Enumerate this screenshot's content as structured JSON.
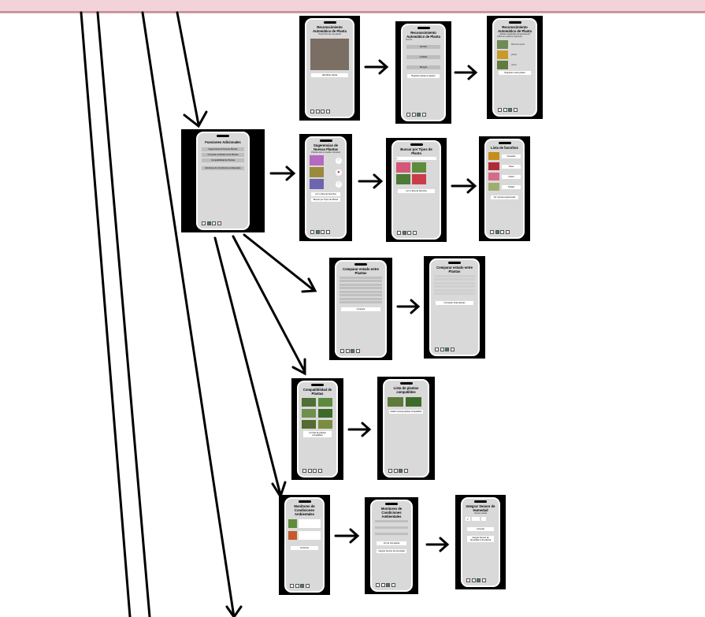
{
  "screens": {
    "ra1": {
      "title": "Reconocimiento Automático de Planta",
      "sub": "Tomar foto de una planta",
      "btn": "Identificar planta"
    },
    "ra2": {
      "title": "Reconocimiento Automático de Planta",
      "lbl": "Nombre:",
      "opts": [
        "Nombre",
        "Cuidado",
        "Riesgos"
      ],
      "btn": "Registrar planta al registro"
    },
    "ra3": {
      "title": "Reconocimiento Automático de Planta",
      "sub": "¿Planta registrada correctamente?",
      "lbl": "Añadir de la galería registrados",
      "items": [
        "Planta de interior",
        "girasol",
        "cactus"
      ],
      "btn": "Registrar nueva planta"
    },
    "fa": {
      "title": "Funciones Adicionales",
      "items": [
        "Sugerencias de Nuevas Plantas",
        "Comparar el Estado entre Plantas",
        "Compatibilidad de Plantas",
        "Monitoreo de Condiciones Ambientales"
      ]
    },
    "sn": {
      "title": "Sugerencias de Nuevas Plantas",
      "sub": "Plantas que te pueden interesar",
      "btn1": "ver mi lista de favoritos",
      "btn2": "Buscar por Tipos de Planta"
    },
    "bt": {
      "title": "Buscar por Tipos de Planta",
      "btn": "ver mi lista de favoritos"
    },
    "lf": {
      "title": "Lista de favoritos",
      "items": [
        "Girasoles",
        "Rosa",
        "Clavel",
        "Tulipán"
      ],
      "btn": "Ver nuevas sugerencias"
    },
    "ce1": {
      "title": "Comparar estado entre Plantas",
      "btn": "comparar"
    },
    "ce2": {
      "title": "Comparar estado entre Plantas",
      "btn": "Comparar otras plantas"
    },
    "cp1": {
      "title": "Compatibilidad de Plantas",
      "btn": "ver lista de plantas compatibles"
    },
    "cp2": {
      "title": "Lista de plantas compatibles",
      "btn": "añadir nuevas plantas compatibles"
    },
    "mc1": {
      "title": "Monitoreo de Condiciones Ambientales",
      "btn": "Continuar"
    },
    "mc2": {
      "title": "Monitoreo de Condiciones Ambientales",
      "btn1": "Ver de otra planta",
      "btn2": "Integrar Sensor de Humedad"
    },
    "is": {
      "title": "Integrar Sensor de Humedad",
      "sub": "Sensor actual",
      "btn1": "conectar",
      "btn2": "Integrar Sensor de Humedad a otra planta"
    }
  },
  "colors": {
    "topbar": "#f2d3da",
    "phone": "#000000",
    "screen": "#d9d9d9"
  }
}
